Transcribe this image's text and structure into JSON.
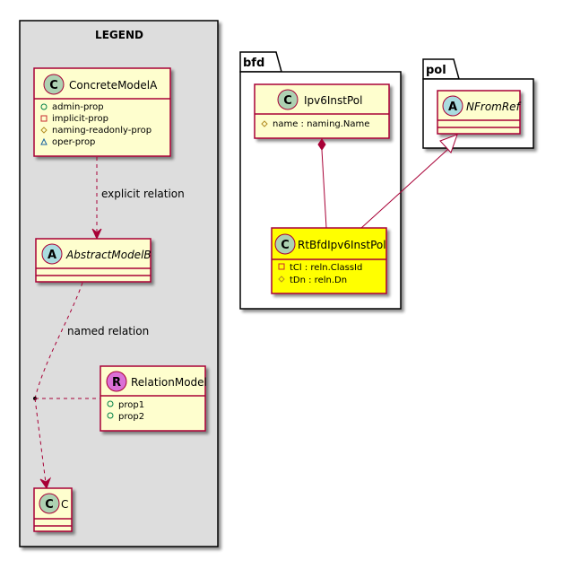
{
  "legend": {
    "title": "LEGEND",
    "concrete_class": {
      "name": "ConcreteModelA",
      "stereotype": "C",
      "attributes": [
        {
          "visibility": "public",
          "text": "admin-prop"
        },
        {
          "visibility": "private",
          "text": "implicit-prop"
        },
        {
          "visibility": "protected",
          "text": "naming-readonly-prop"
        },
        {
          "visibility": "package",
          "text": "oper-prop"
        }
      ]
    },
    "abstract_class": {
      "name": "AbstractModelB",
      "stereotype": "A"
    },
    "relation_class": {
      "name": "RelationModel",
      "stereotype": "R",
      "attributes": [
        {
          "visibility": "public",
          "text": "prop1"
        },
        {
          "visibility": "public",
          "text": "prop2"
        }
      ]
    },
    "c_class": {
      "name": "C",
      "stereotype": "C"
    },
    "explicit_label": "explicit relation",
    "named_label": "named relation"
  },
  "packages": {
    "bfd": {
      "name": "bfd",
      "ipv6": {
        "name": "Ipv6InstPol",
        "stereotype": "C",
        "attributes": [
          {
            "visibility": "protected",
            "text": "name : naming.Name"
          }
        ]
      },
      "rt": {
        "name": "RtBfdIpv6InstPol",
        "stereotype": "C",
        "attributes": [
          {
            "visibility": "private",
            "text": "tCl : reln.ClassId"
          },
          {
            "visibility": "protected",
            "text": "tDn : reln.Dn"
          }
        ]
      }
    },
    "pol": {
      "name": "pol",
      "nfromref": {
        "name": "NFromRef",
        "stereotype": "A"
      }
    }
  },
  "colors": {
    "class_fill": "#FEFECE",
    "class_border": "#A80036",
    "highlight_fill": "#FFFF00",
    "legend_bg": "#DDDDDD",
    "circle_c": "#ADD1B2",
    "circle_a": "#A9DCDF",
    "circle_r": "#DA70D6",
    "public_marker": "#038048",
    "private_marker": "#C82930",
    "protected_marker": "#B38D22",
    "package_marker": "#1963A0"
  }
}
